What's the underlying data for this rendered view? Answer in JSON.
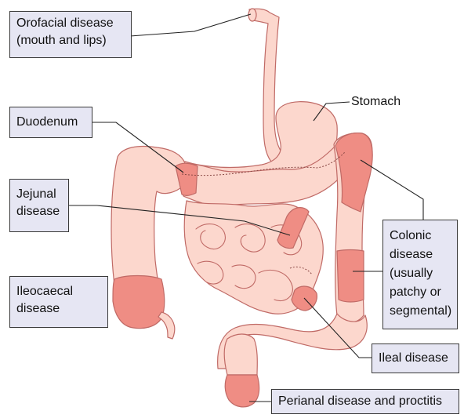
{
  "labels": {
    "orofacial": [
      "Orofacial disease",
      "(mouth and lips)"
    ],
    "stomach": "Stomach",
    "duodenum": "Duodenum",
    "jejunal": [
      "Jejunal",
      "disease"
    ],
    "colonic": [
      "Colonic",
      "disease",
      "(usually",
      "patchy or",
      "segmental)"
    ],
    "ileocaecal": [
      "Ileocaecal",
      "disease"
    ],
    "ileal": "Ileal disease",
    "perianal": "Perianal disease and proctitis"
  },
  "colors": {
    "tissue": "#fcd7cd",
    "diseased": "#ef8d84",
    "outline": "#c06a66",
    "box_fill": "#e6e6f3",
    "leader": "#222222"
  }
}
